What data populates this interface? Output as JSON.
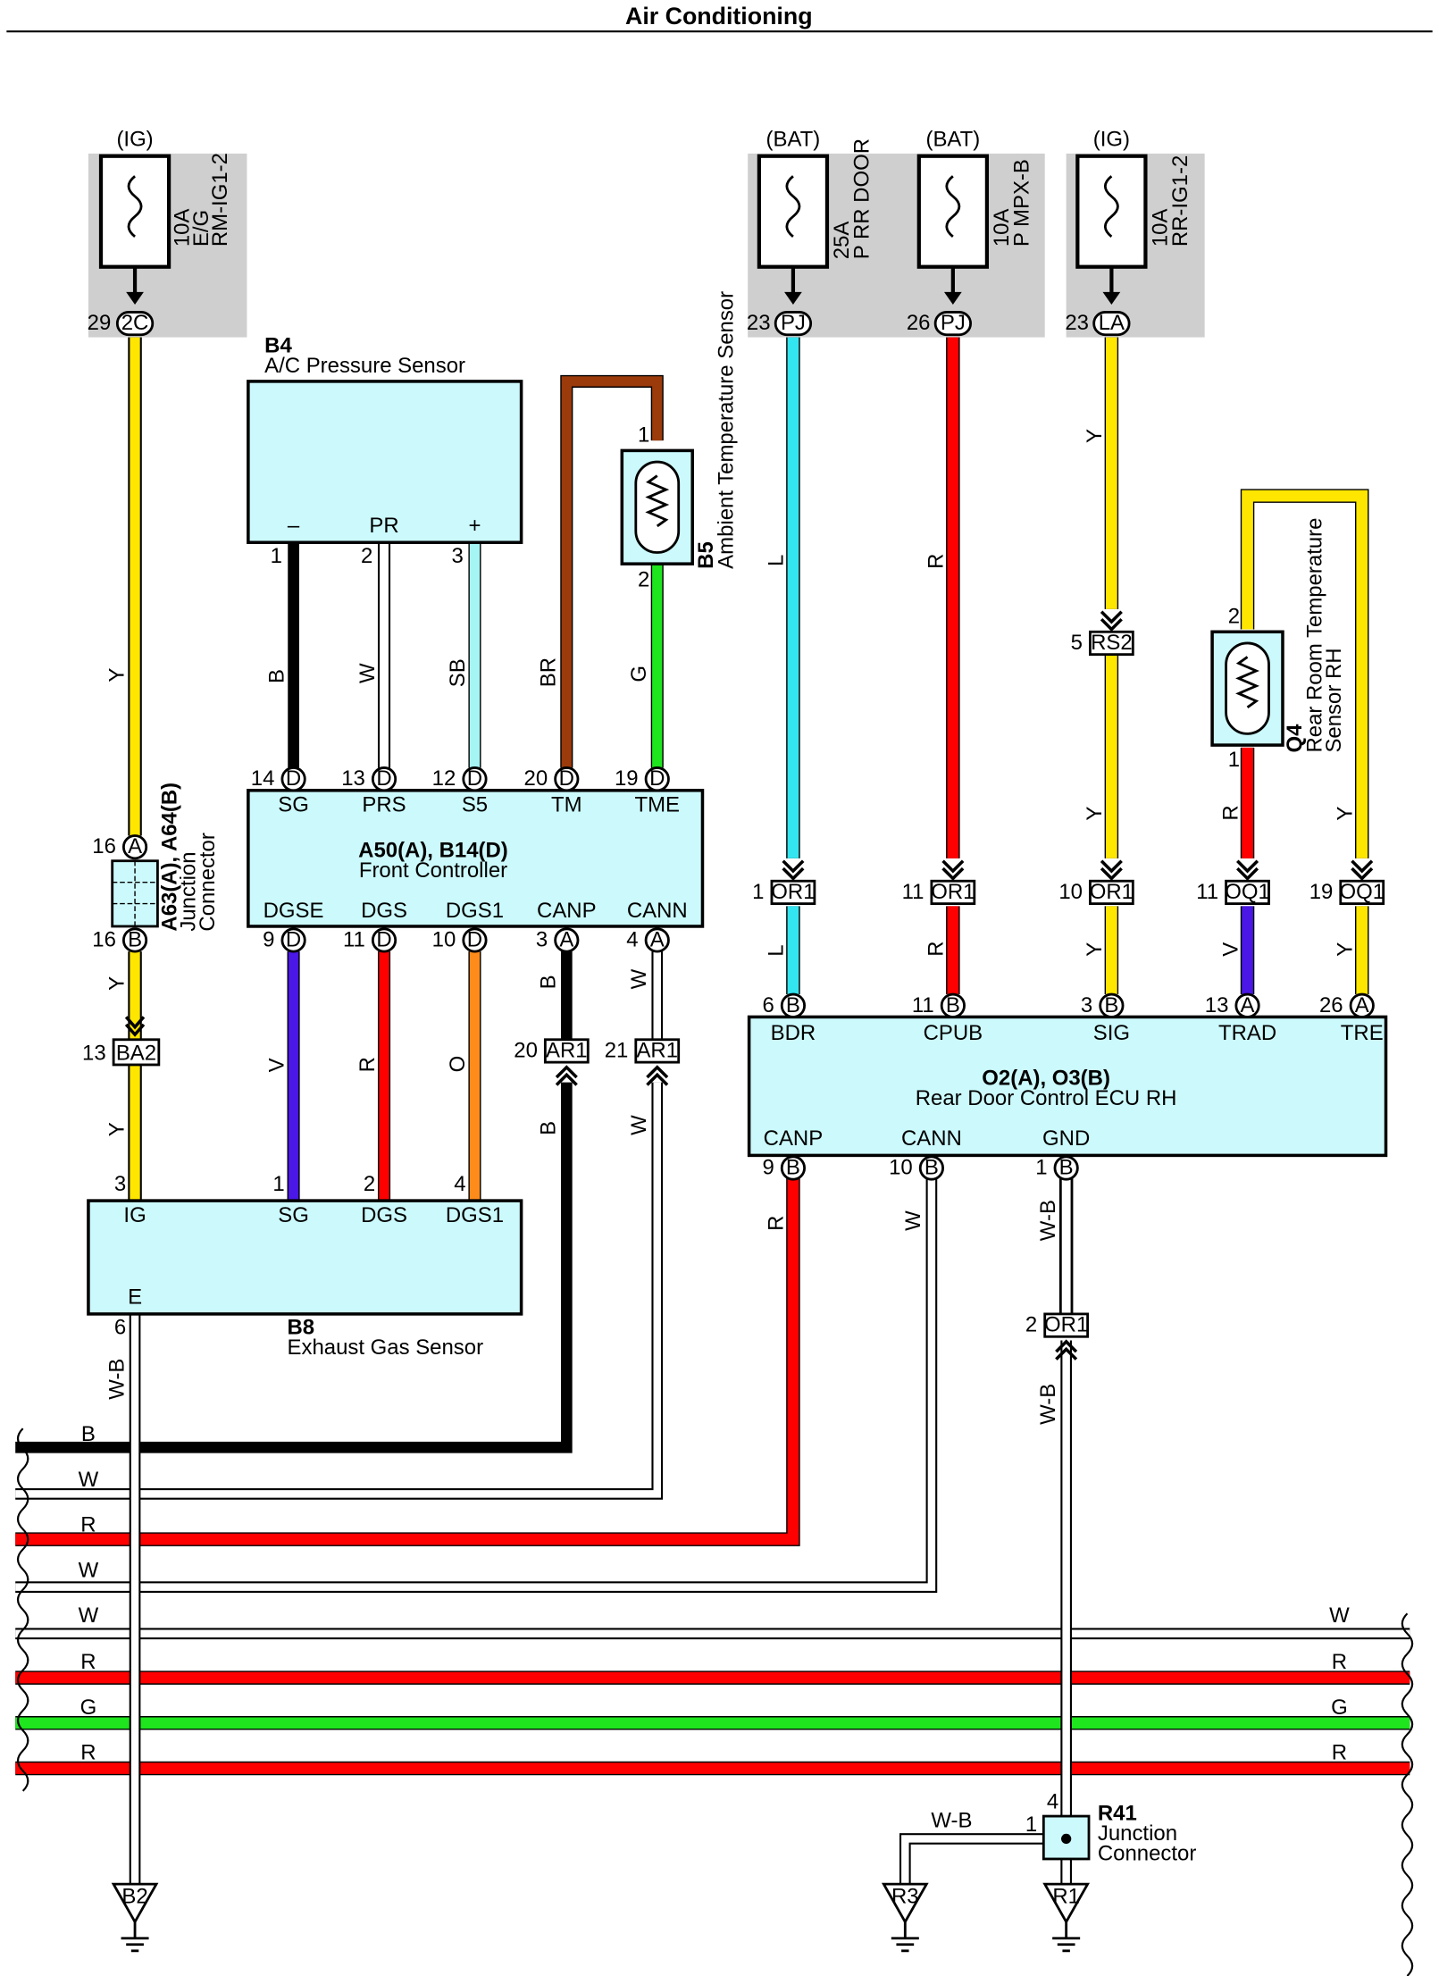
{
  "title": "Air Conditioning",
  "colors": {
    "Y": "#ffe600",
    "B": "#000000",
    "W": "#ffffff",
    "SB": "#a6f5f5",
    "BR": "#9b3a0b",
    "G": "#1ee51e",
    "L": "#33e5f0",
    "R": "#ff0000",
    "V": "#4a17e6",
    "O": "#ff8c1a",
    "W-B": "#ffffff",
    "box": "#ccfafc",
    "fuse_bg": "#cfcfcf"
  },
  "fuses": [
    {
      "supply": "(IG)",
      "amp": "10A",
      "name1": "E/G",
      "name2": "RM-IG1-2",
      "pin": "29",
      "conn": "2C"
    },
    {
      "supply": "(BAT)",
      "amp": "25A",
      "name1": "P RR DOOR",
      "name2": "",
      "pin": "23",
      "conn": "PJ"
    },
    {
      "supply": "(BAT)",
      "amp": "10A",
      "name1": "P MPX-B",
      "name2": "",
      "pin": "26",
      "conn": "PJ"
    },
    {
      "supply": "(IG)",
      "amp": "10A",
      "name1": "RR-IG1-2",
      "name2": "",
      "pin": "23",
      "conn": "LA"
    }
  ],
  "components": {
    "b4": {
      "code": "B4",
      "name": "A/C Pressure Sensor",
      "terms": [
        "–",
        "PR",
        "+"
      ],
      "pins": [
        "1",
        "2",
        "3"
      ]
    },
    "b5": {
      "code": "B5",
      "name": "Ambient Temperature Sensor",
      "pins": [
        "1",
        "2"
      ]
    },
    "front": {
      "code": "A50(A), B14(D)",
      "name": "Front Controller",
      "top": [
        {
          "term": "SG",
          "pin": "14",
          "conn": "D"
        },
        {
          "term": "PRS",
          "pin": "13",
          "conn": "D"
        },
        {
          "term": "S5",
          "pin": "12",
          "conn": "D"
        },
        {
          "term": "TM",
          "pin": "20",
          "conn": "D"
        },
        {
          "term": "TME",
          "pin": "19",
          "conn": "D"
        }
      ],
      "bottom": [
        {
          "term": "DGSE",
          "pin": "9",
          "conn": "D"
        },
        {
          "term": "DGS",
          "pin": "11",
          "conn": "D"
        },
        {
          "term": "DGS1",
          "pin": "10",
          "conn": "D"
        },
        {
          "term": "CANP",
          "pin": "3",
          "conn": "A"
        },
        {
          "term": "CANN",
          "pin": "4",
          "conn": "A"
        }
      ]
    },
    "jc": {
      "code": "A63(A), A64(B)",
      "name1": "Junction",
      "name2": "Connector",
      "pin_top": "16",
      "conn_top": "A",
      "pin_bot": "16",
      "conn_bot": "B"
    },
    "b8": {
      "code": "B8",
      "name": "Exhaust Gas Sensor",
      "top": [
        {
          "term": "IG",
          "pin": "3"
        },
        {
          "term": "SG",
          "pin": "1"
        },
        {
          "term": "DGS",
          "pin": "2"
        },
        {
          "term": "DGS1",
          "pin": "4"
        }
      ],
      "bottom": {
        "term": "E",
        "pin": "6"
      }
    },
    "q4": {
      "code": "Q4",
      "name1": "Rear Room Temperature",
      "name2": "Sensor RH",
      "pins": [
        "2",
        "1"
      ]
    },
    "ecu": {
      "code": "O2(A), O3(B)",
      "name": "Rear Door Control ECU RH",
      "top": [
        {
          "term": "BDR",
          "pin": "6",
          "conn": "B"
        },
        {
          "term": "CPUB",
          "pin": "11",
          "conn": "B"
        },
        {
          "term": "SIG",
          "pin": "3",
          "conn": "B"
        },
        {
          "term": "TRAD",
          "pin": "13",
          "conn": "A"
        },
        {
          "term": "TRE",
          "pin": "26",
          "conn": "A"
        }
      ],
      "bottom": [
        {
          "term": "CANP",
          "pin": "9",
          "conn": "B"
        },
        {
          "term": "CANN",
          "pin": "10",
          "conn": "B"
        },
        {
          "term": "GND",
          "pin": "1",
          "conn": "B"
        }
      ]
    },
    "r41": {
      "code": "R41",
      "name1": "Junction",
      "name2": "Connector",
      "pin_top": "4",
      "pin_left": "1"
    }
  },
  "inline_connectors": [
    {
      "pin": "13",
      "conn": "BA2"
    },
    {
      "pin": "20",
      "conn": "AR1"
    },
    {
      "pin": "21",
      "conn": "AR1"
    },
    {
      "pin": "5",
      "conn": "RS2"
    },
    {
      "pin": "1",
      "conn": "OR1"
    },
    {
      "pin": "11",
      "conn": "OR1"
    },
    {
      "pin": "10",
      "conn": "OR1"
    },
    {
      "pin": "11",
      "conn": "OQ1"
    },
    {
      "pin": "19",
      "conn": "OQ1"
    },
    {
      "pin": "2",
      "conn": "OR1"
    }
  ],
  "wire_labels": [
    "Y",
    "B",
    "W",
    "SB",
    "BR",
    "G",
    "L",
    "R",
    "V",
    "O",
    "W-B"
  ],
  "bus_wires": [
    {
      "color": "B",
      "label": "B"
    },
    {
      "color": "W",
      "label": "W"
    },
    {
      "color": "R",
      "label": "R"
    },
    {
      "color": "W",
      "label": "W"
    },
    {
      "color": "W",
      "label": "W"
    },
    {
      "color": "R",
      "label": "R"
    },
    {
      "color": "G",
      "label": "G"
    },
    {
      "color": "R",
      "label": "R"
    }
  ],
  "grounds": [
    "B2",
    "R3",
    "R1"
  ]
}
